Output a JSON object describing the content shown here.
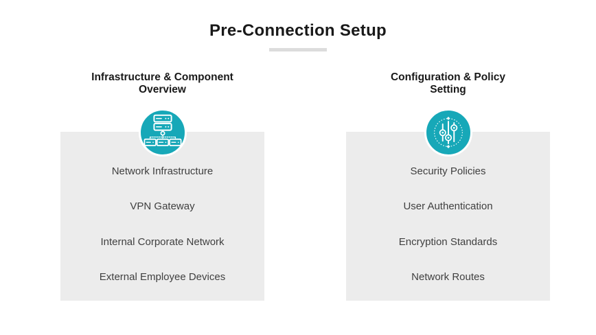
{
  "title": "Pre-Connection Setup",
  "colors": {
    "accent": "#17a8b8",
    "panel": "#ececec",
    "underline": "#dcdcdc",
    "heading_text": "#191919",
    "item_text": "#3f3f3f",
    "icon_stroke": "#ffffff"
  },
  "columns": [
    {
      "header": "Infrastructure & Component\nOverview",
      "icon": "network-hierarchy-icon",
      "items": [
        "Network Infrastructure",
        "VPN Gateway",
        "Internal Corporate Network",
        "External Employee Devices"
      ]
    },
    {
      "header": "Configuration & Policy\nSetting",
      "icon": "sliders-icon",
      "items": [
        "Security Policies",
        "User Authentication",
        "Encryption Standards",
        "Network Routes"
      ]
    }
  ]
}
